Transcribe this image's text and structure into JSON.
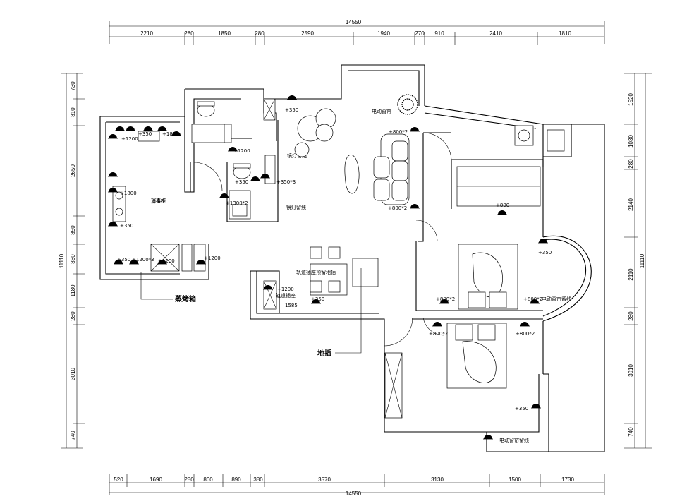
{
  "dimensions": {
    "overall_top": "14550",
    "overall_bottom": "14550",
    "top": [
      "2210",
      "280",
      "1850",
      "280",
      "2590",
      "1940",
      "270",
      "910",
      "2410",
      "1810"
    ],
    "bottom": [
      "520",
      "1690",
      "280",
      "860",
      "890",
      "380",
      "3570",
      "3130",
      "1500",
      "1730"
    ],
    "left_total": "11110",
    "left": [
      "730",
      "810",
      "2650",
      "850",
      "860",
      "1180",
      "280",
      "3010",
      "740"
    ],
    "right_total": "11110",
    "right": [
      "1520",
      "1030",
      "280",
      "2140",
      "2110",
      "280",
      "3010",
      "740"
    ]
  },
  "kitchen": {
    "s1200": "+1200",
    "s350": "+350",
    "s1800": "+1800",
    "s1800b": "+1800",
    "disinfect": "消毒柜",
    "s350b": "+350",
    "s350c": "+350",
    "s1200x3": "+1200*3",
    "s1200b": "+1200",
    "s1200c": "+1200",
    "oven": "蒸烤箱"
  },
  "bath": {
    "s1200": "+1200",
    "s350": "+350",
    "s350x3": "+350*3",
    "s1300x2": "+1300*2",
    "mirror1": "镜灯留线",
    "mirror2": "镜灯留线"
  },
  "living": {
    "s350": "+350",
    "curtain": "电动窗帘",
    "s800x2a": "+800*2",
    "s800x2b": "+800*2"
  },
  "dining": {
    "track_floor": "轨道插座预留地插",
    "s1200": "+1200",
    "track": "轨道插座",
    "s350": "+350",
    "d1585": "1585",
    "floor_socket": "地插"
  },
  "bed1": {
    "s800": "+800",
    "s350": "+350",
    "s800x2a": "+800*2",
    "s800x2b": "+800*2",
    "curtain": "电动窗帘留线"
  },
  "bed2": {
    "s800x2a": "+800*2",
    "s800x2b": "+800*2",
    "s350": "+350",
    "curtain": "电动窗帘留线"
  }
}
